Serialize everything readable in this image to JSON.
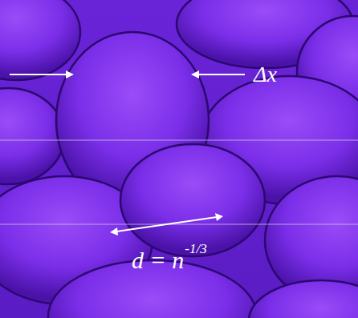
{
  "diagram": {
    "labels": [
      "Δx",
      "d = n",
      "-1/3"
    ]
  }
}
